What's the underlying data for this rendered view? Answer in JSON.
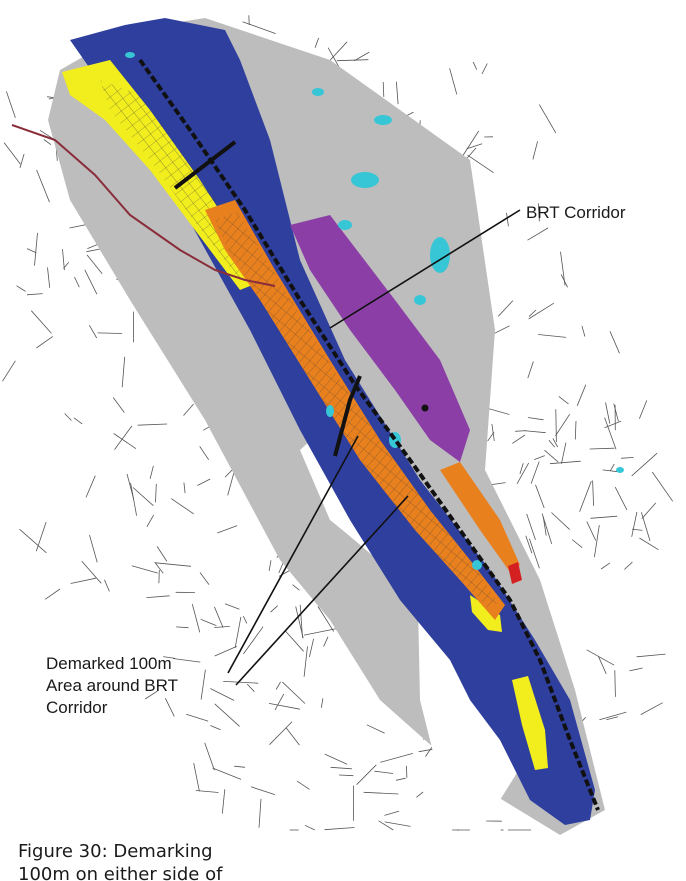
{
  "map": {
    "colors": {
      "background": "#ffffff",
      "buffer_grey": "#bdbdbd",
      "corridor_blue": "#2f3f9e",
      "zone_yellow": "#f2ee1e",
      "zone_orange": "#e8801e",
      "zone_purple": "#8b3fa6",
      "water_cyan": "#37c6d6",
      "road_lines": "#555555",
      "boundary_maroon": "#8a2d3a",
      "corridor_line": "#111111",
      "marker_red": "#d42020"
    },
    "labels": {
      "brt_corridor": "BRT Corridor",
      "demarked_area": [
        "Demarked 100m",
        "Area around BRT",
        "Corridor"
      ]
    }
  },
  "caption": {
    "lines": [
      "Figure 30: Demarking",
      "100m on either side of"
    ]
  }
}
